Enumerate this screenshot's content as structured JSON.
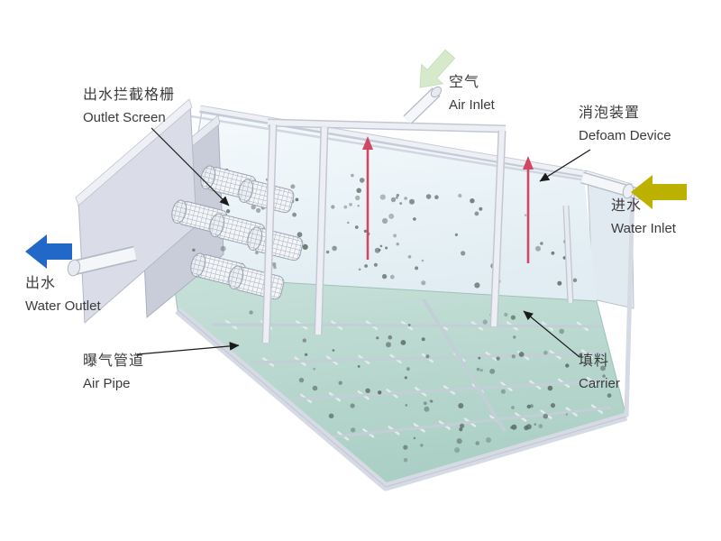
{
  "diagram": {
    "labels": {
      "outlet_screen": {
        "zh": "出水拦截格栅",
        "en": "Outlet Screen"
      },
      "air_inlet": {
        "zh": "空气",
        "en": "Air Inlet"
      },
      "defoam_device": {
        "zh": "消泡装置",
        "en": "Defoam Device"
      },
      "water_inlet": {
        "zh": "进水",
        "en": "Water Inlet"
      },
      "water_outlet": {
        "zh": "出水",
        "en": "Water Outlet"
      },
      "air_pipe": {
        "zh": "曝气管道",
        "en": "Air Pipe"
      },
      "carrier": {
        "zh": "填料",
        "en": "Carrier"
      }
    },
    "arrows": {
      "water_outlet": {
        "direction": "left",
        "color": "#2268c8"
      },
      "water_inlet": {
        "direction": "left",
        "color": "#bdb100"
      },
      "air_inlet": {
        "direction": "down-left",
        "color": "#d3e9c7"
      },
      "defoam_spray": {
        "direction": "up",
        "color": "#d34766"
      }
    },
    "colors": {
      "tank_wall": "#d8dbe5",
      "tank_wall_edge": "#b2b8c6",
      "water_surface": "#eaf3f8",
      "tank_floor": "#b9d8d0",
      "carrier_dot": "#5c6d66",
      "pipe_fill": "#f4f6f9",
      "callout": "#1a1a1a"
    },
    "dot_counts": {
      "upper": 85,
      "lower": 75
    }
  }
}
